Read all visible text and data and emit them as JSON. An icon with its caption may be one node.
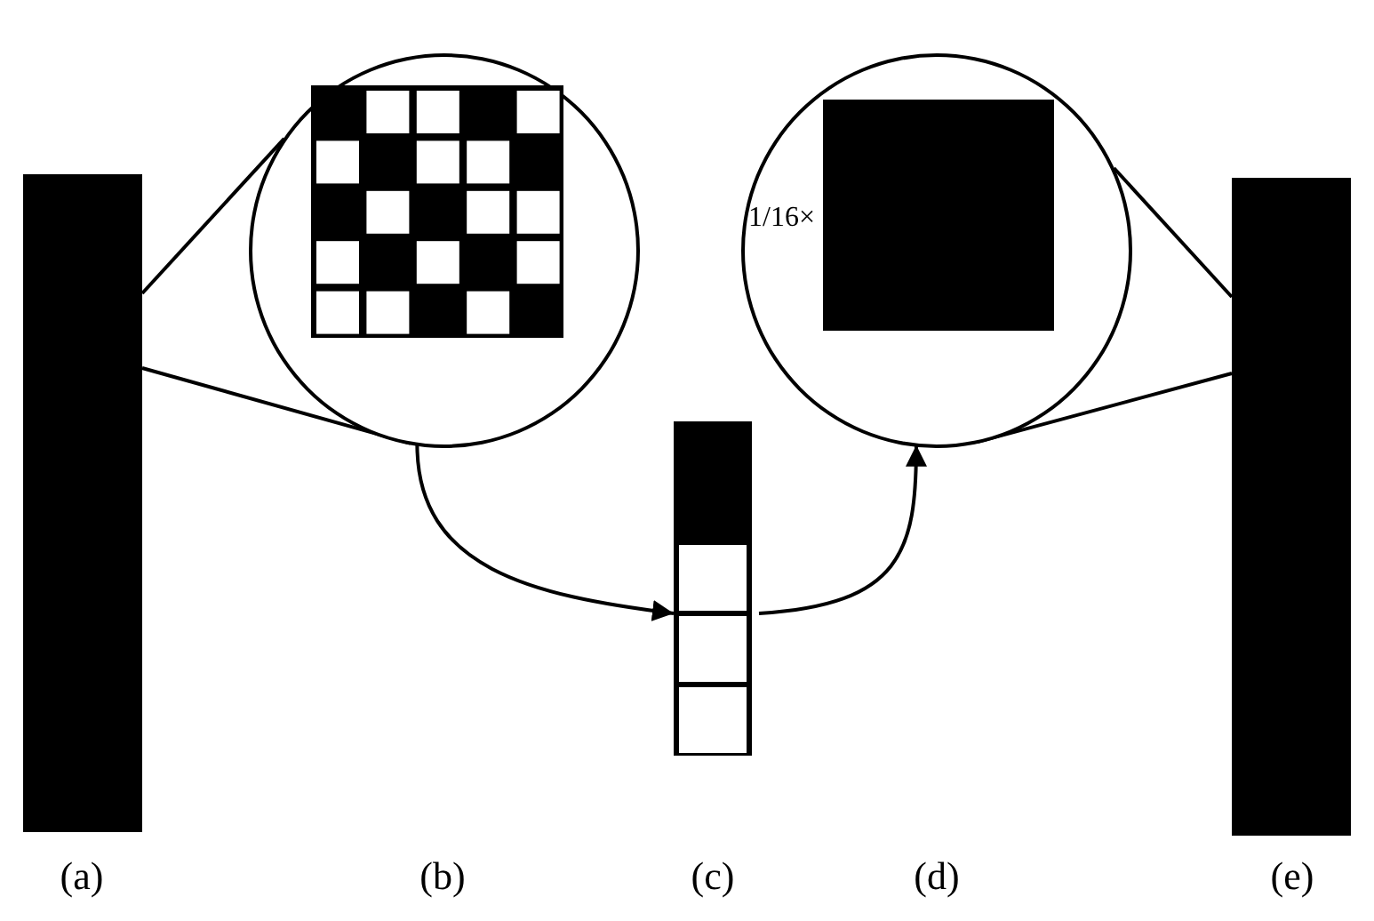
{
  "diagram": {
    "nodes": [
      {
        "text": [],
        "shape": "bar"
      },
      {
        "text": [],
        "shape": "circle"
      },
      {
        "text": [],
        "shape": "bar"
      },
      {
        "text": [
          "1/16×"
        ]
      },
      {
        "text": [],
        "shape": "box",
        "in": 3
      },
      {
        "text": [],
        "shape": "bar"
      }
    ],
    "edges": [
      {
        "from": 0,
        "to": 1,
        "arrow": "none"
      },
      {
        "from": 0,
        "to": 1,
        "arrow": "none"
      },
      {
        "from": 1,
        "to": 2,
        "arrow": "to"
      },
      {
        "from": 2,
        "to": 3,
        "arrow": "to"
      },
      {
        "from": 3,
        "to": 5,
        "arrow": "none"
      },
      {
        "from": 3,
        "to": 5,
        "arrow": "none"
      }
    ],
    "labels": [
      "(a)",
      "(b)",
      "(c)",
      "(d)",
      "(e)"
    ]
  }
}
